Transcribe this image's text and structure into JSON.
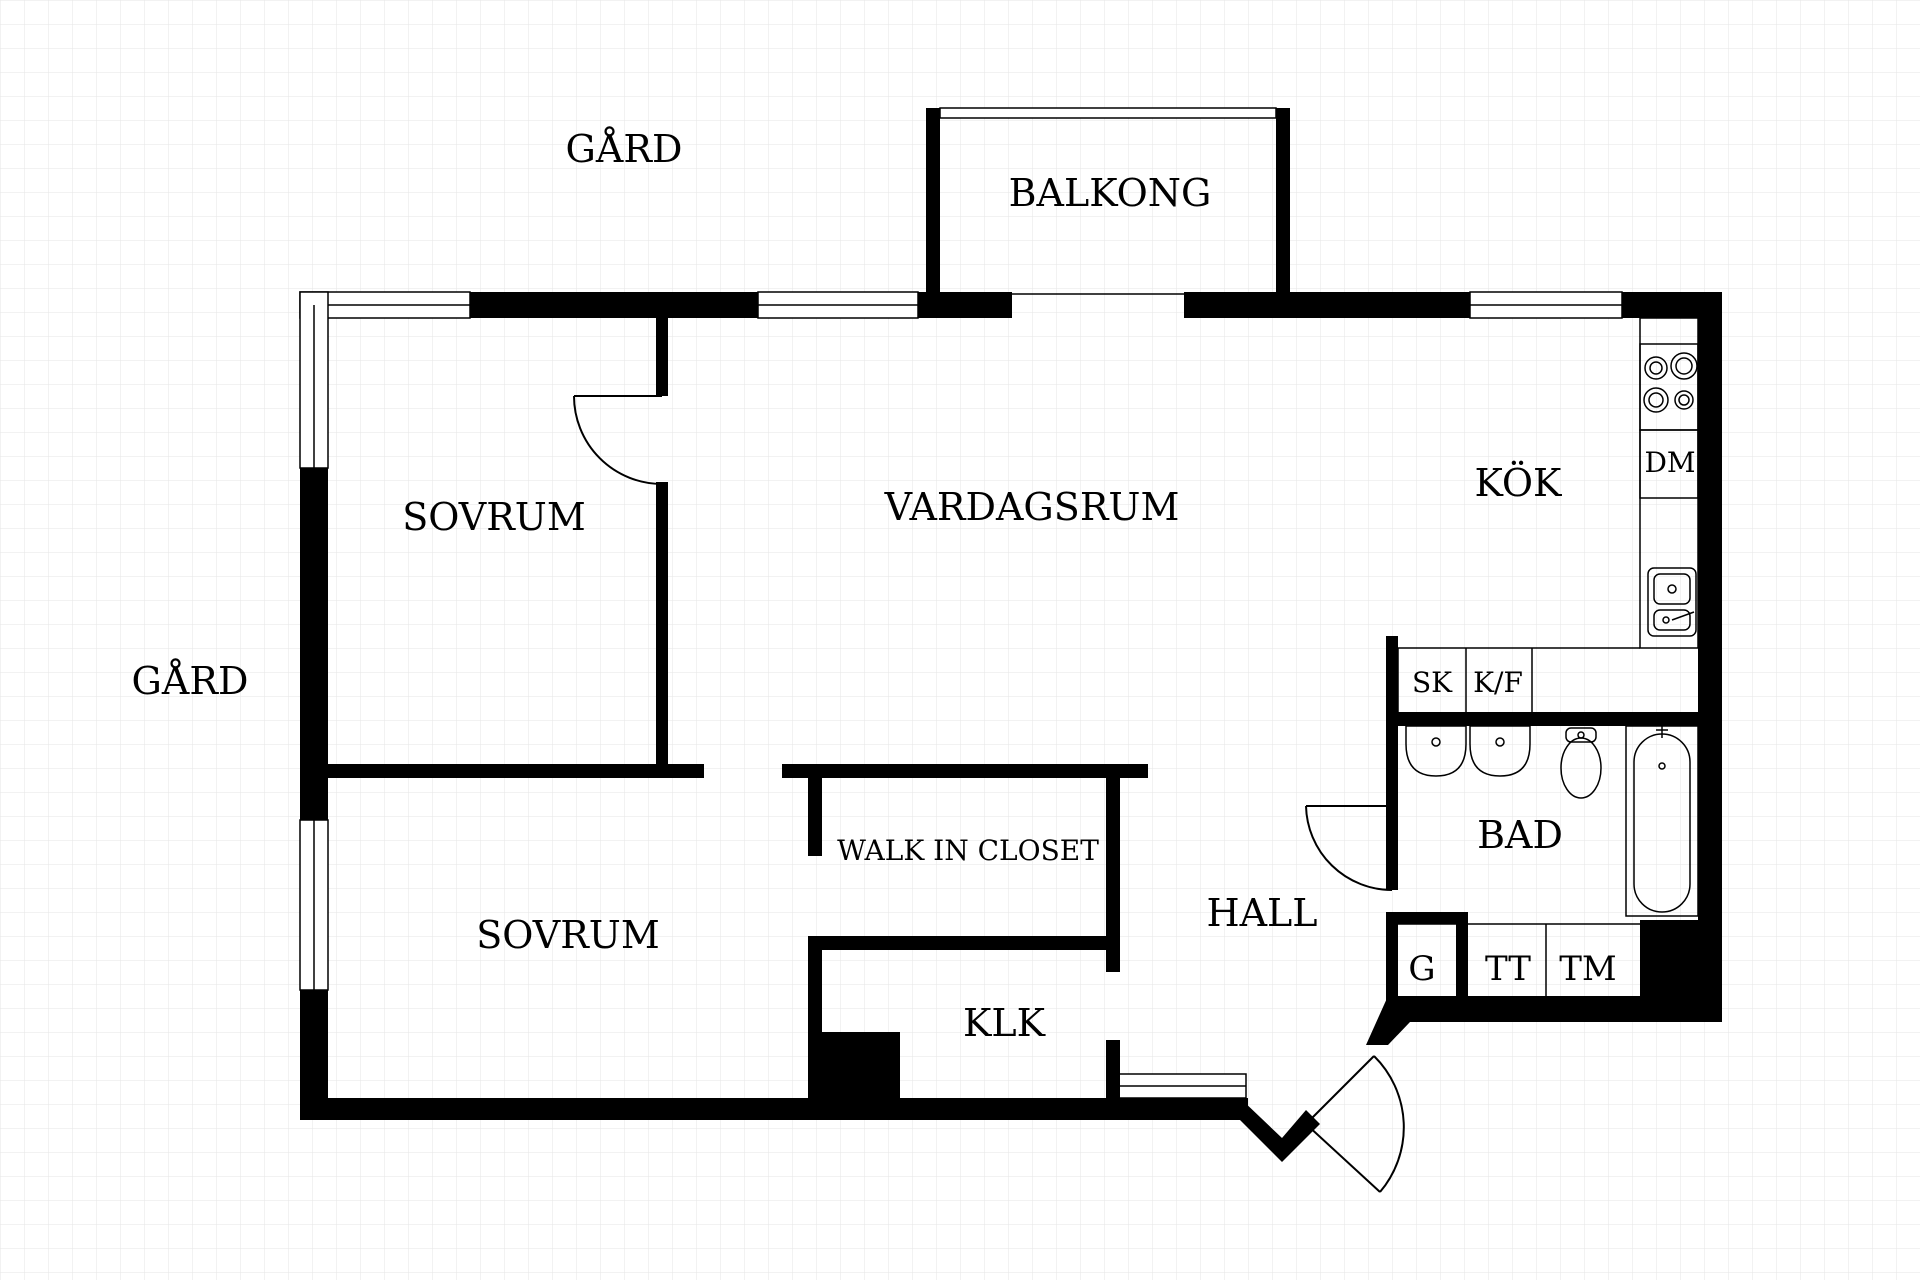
{
  "labels": {
    "gard_top": "GÅRD",
    "gard_left": "GÅRD",
    "balkong": "BALKONG",
    "sovrum_top": "SOVRUM",
    "vardagsrum": "VARDAGSRUM",
    "kok": "KÖK",
    "dm": "DM",
    "sk": "SK",
    "kf": "K/F",
    "bad": "BAD",
    "walk_in_closet": "WALK IN CLOSET",
    "sovrum_bottom": "SOVRUM",
    "hall": "HALL",
    "klk": "KLK",
    "g": "G",
    "tt": "TT",
    "tm": "TM"
  }
}
